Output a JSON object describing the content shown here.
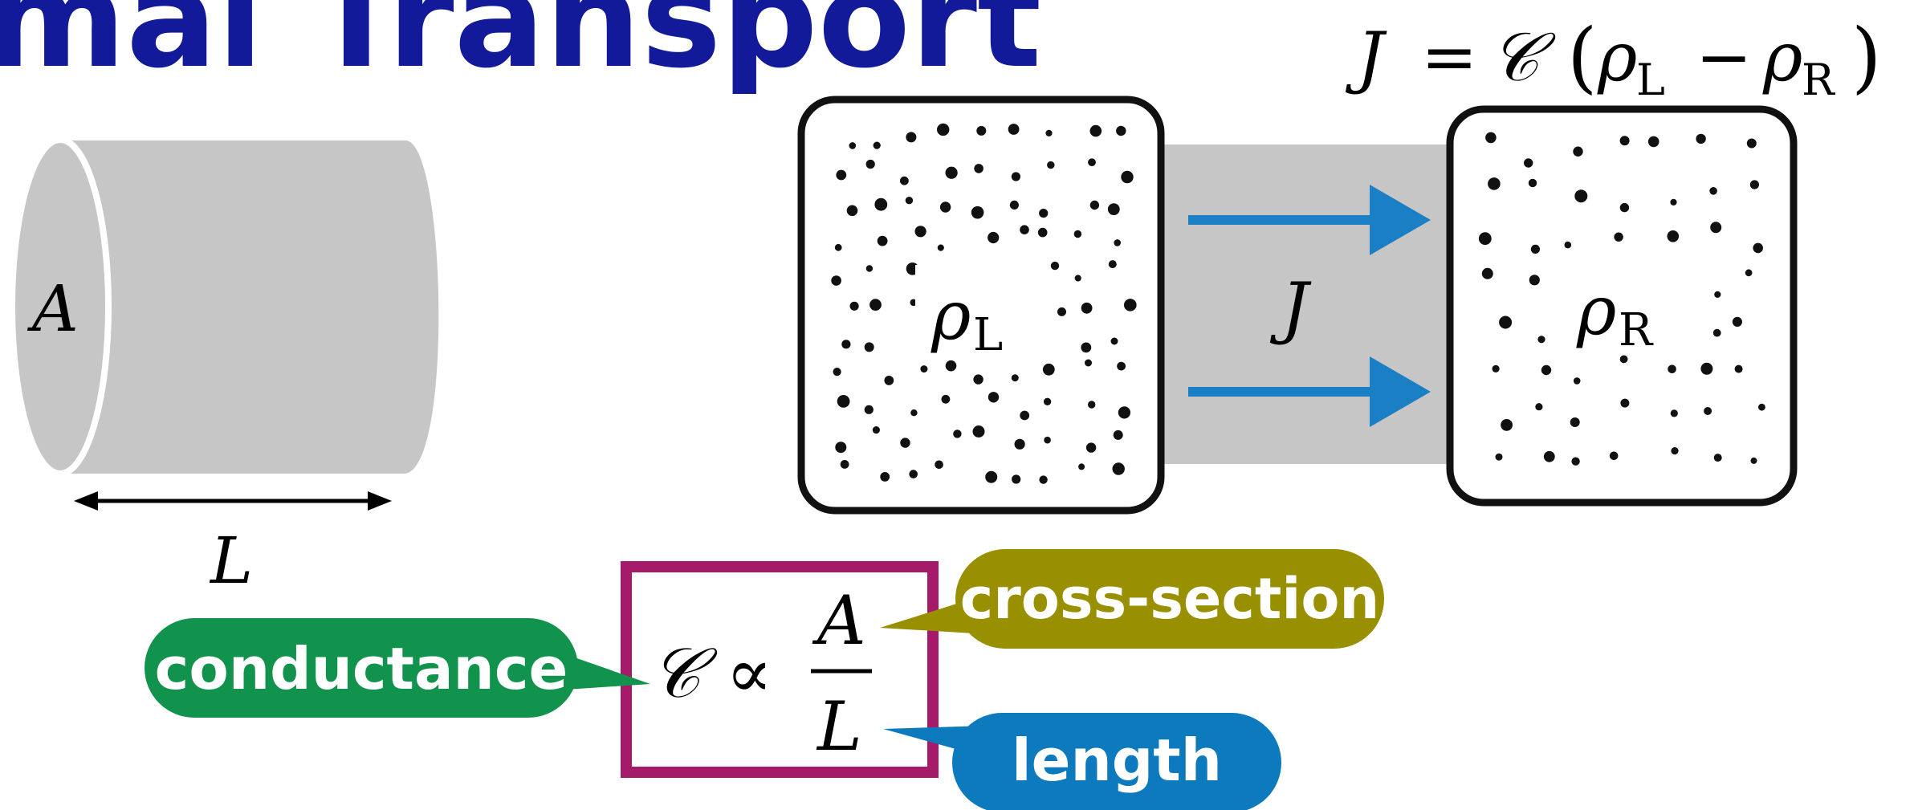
{
  "title": "mal Transport",
  "equation": {
    "j": "J",
    "equals": "=",
    "c": "𝒞",
    "open_paren": "(",
    "rho_left": "ρ",
    "sub_left": "L",
    "minus": "−",
    "rho_right": "ρ",
    "sub_right": "R",
    "close_paren": ")"
  },
  "cylinder": {
    "area_label": "A",
    "length_label": "L"
  },
  "reservoirs": {
    "left_rho": "ρ",
    "left_sub": "L",
    "right_rho": "ρ",
    "right_sub": "R",
    "flux_label": "J"
  },
  "formula": {
    "c": "𝒞",
    "propto": "∝",
    "numerator": "A",
    "denominator": "L"
  },
  "callouts": {
    "conductance": "conductance",
    "cross_section": "cross-section",
    "length": "length"
  },
  "colors": {
    "title": "#131a9a",
    "arrow": "#1a7fc4",
    "channel": "#c6c6c6",
    "cylinder": "#c6c6c6",
    "frame": "#a61a6a",
    "conductance_bubble": "#12934d",
    "cross_section_bubble": "#989000",
    "length_bubble": "#0c7abc"
  }
}
